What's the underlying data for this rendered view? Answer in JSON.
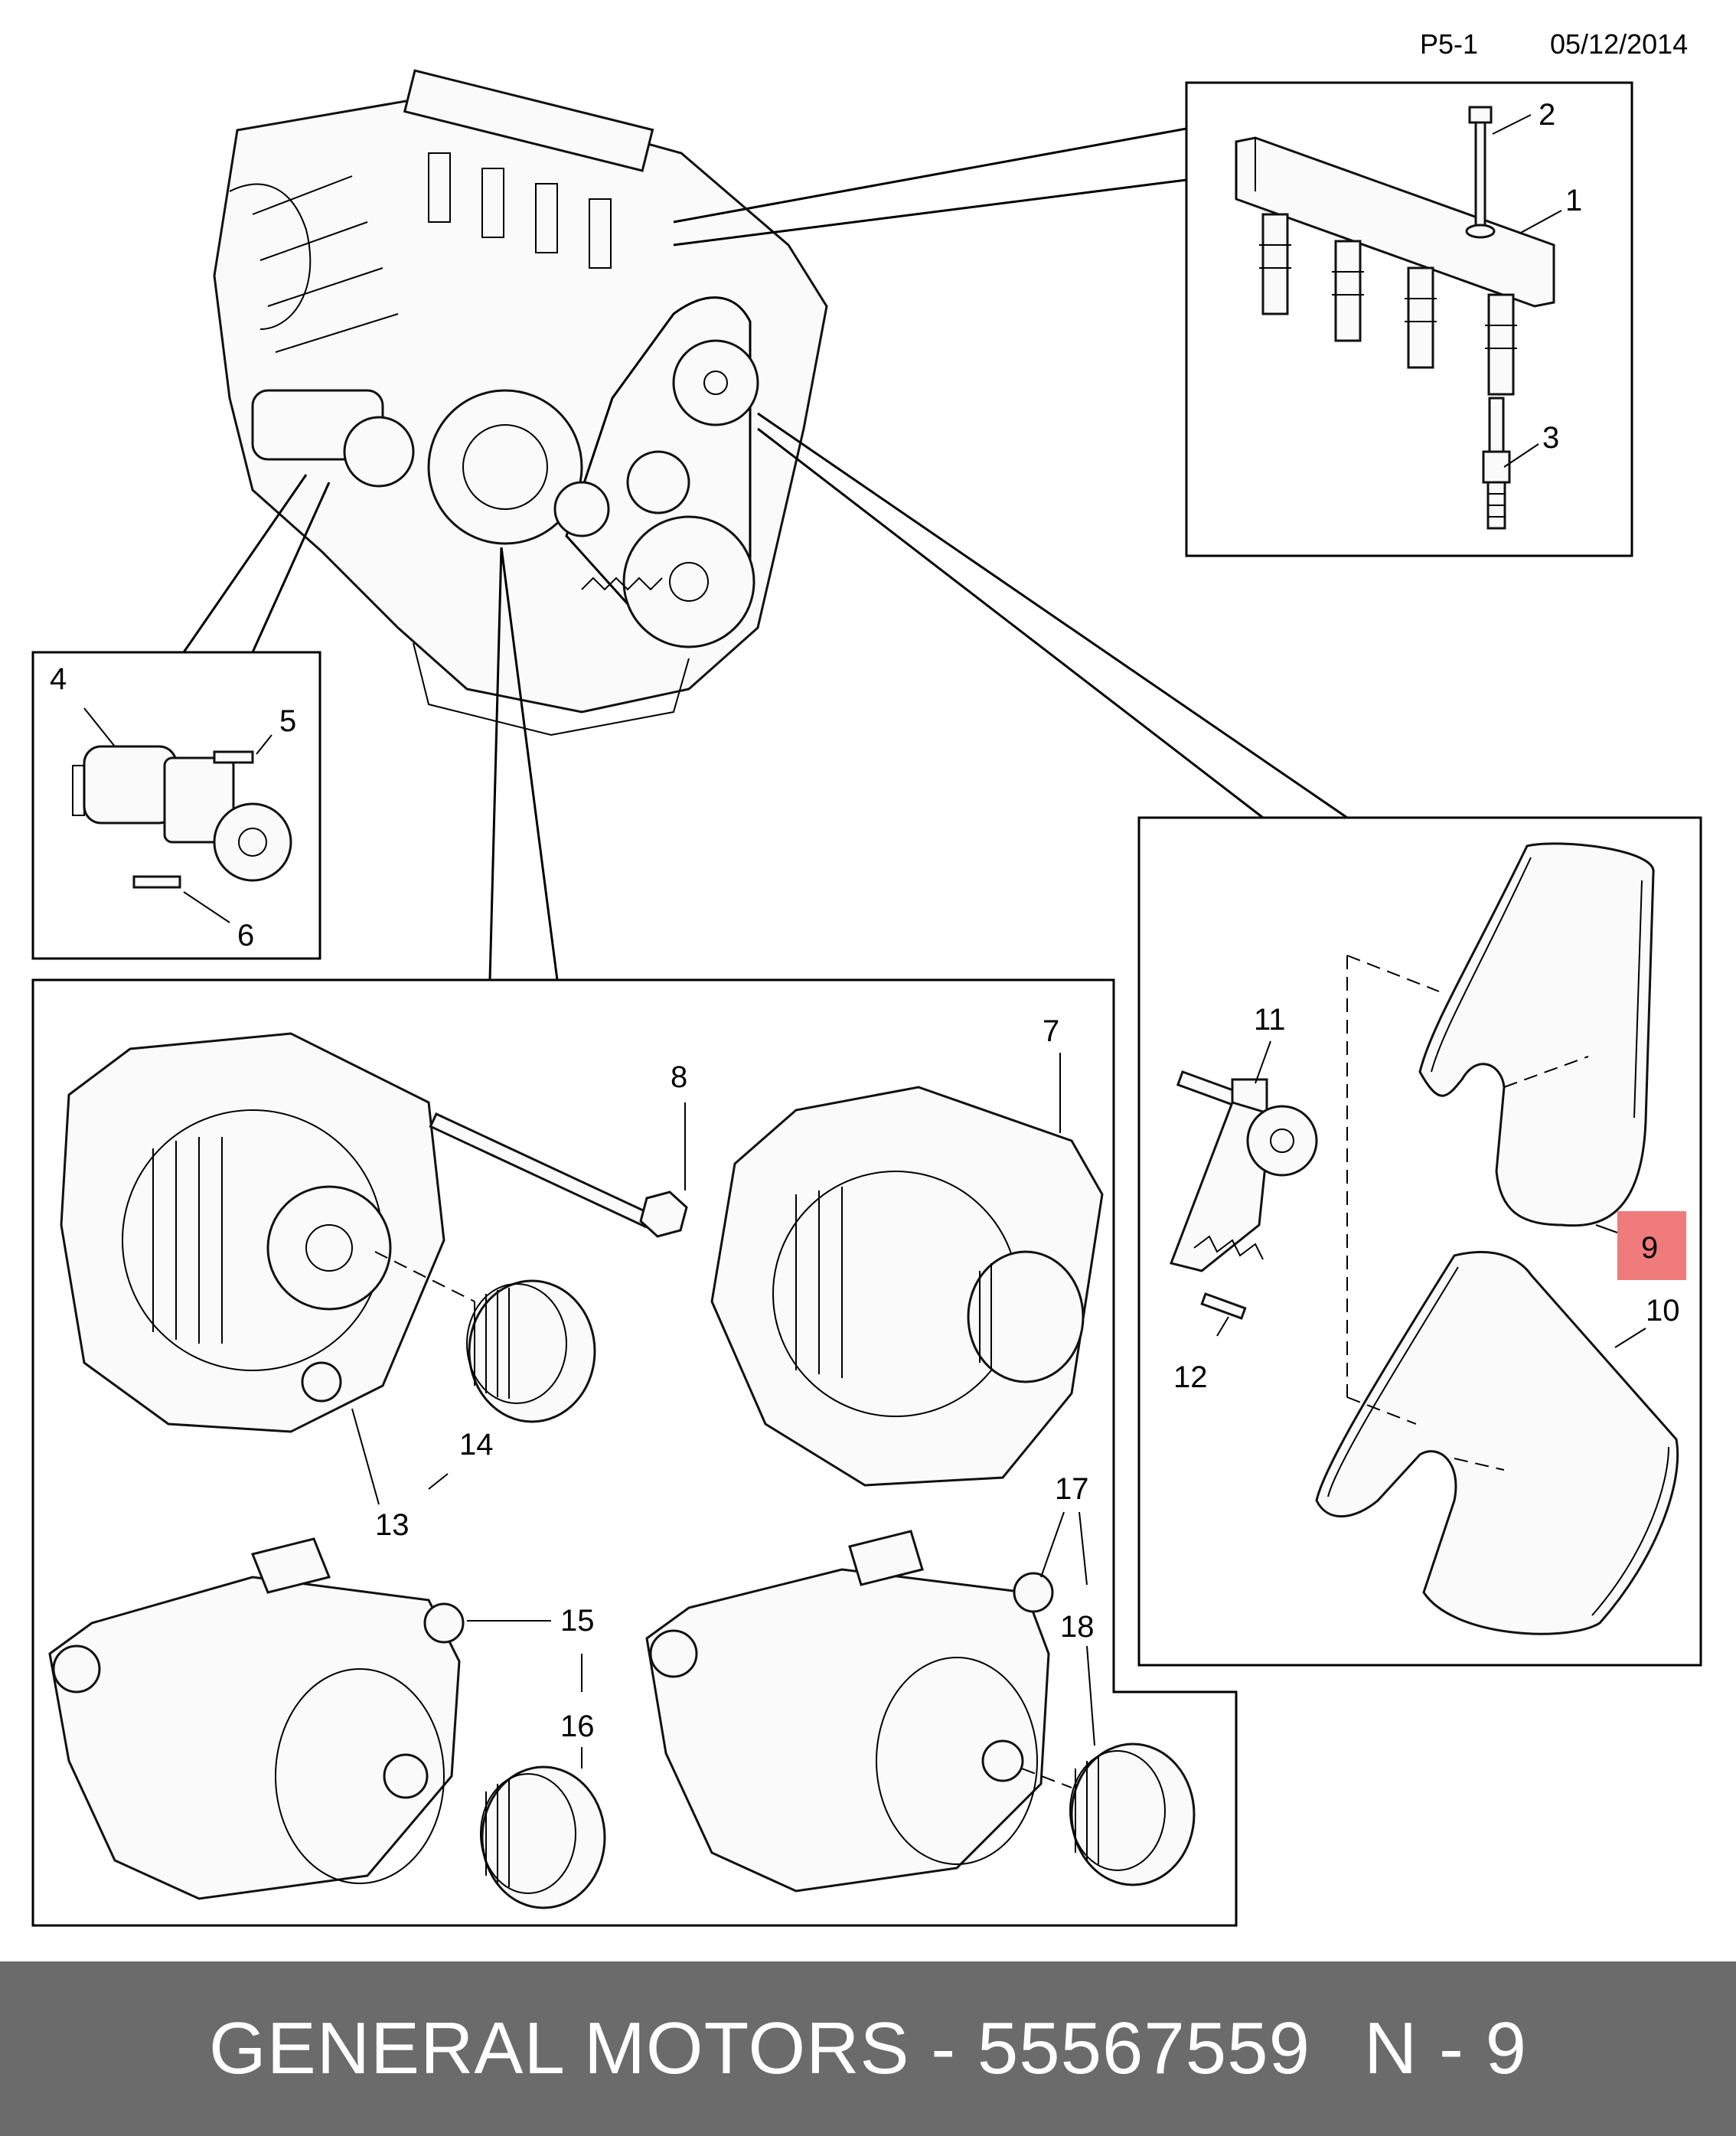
{
  "header": {
    "page_ref": "P5-1",
    "date": "05/12/2014"
  },
  "callouts": {
    "c1": "1",
    "c2": "2",
    "c3": "3",
    "c4": "4",
    "c5": "5",
    "c6": "6",
    "c7": "7",
    "c8": "8",
    "c9": "9",
    "c10": "10",
    "c11": "11",
    "c12": "12",
    "c13": "13",
    "c14": "14",
    "c15": "15",
    "c16": "16",
    "c17": "17",
    "c18": "18"
  },
  "highlight": {
    "callout": "9",
    "color": "#ef7b7b"
  },
  "footer": {
    "brand": "GENERAL MOTORS",
    "separator": "-",
    "part_number": "55567559",
    "position_label": "N - 9"
  },
  "icons": [
    "engine-illustration",
    "ignition-coil-icon",
    "spark-plug-icon",
    "starter-motor-icon",
    "alternator-icon",
    "pulley-icon",
    "belt-tensioner-icon",
    "drive-belt-icon"
  ]
}
